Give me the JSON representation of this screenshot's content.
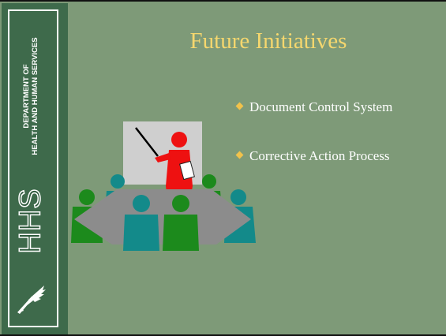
{
  "sidebar": {
    "department_line1": "DEPARTMENT OF",
    "department_line2": "HEALTH AND HUMAN SERVICES",
    "abbreviation": "HHS",
    "logo_icon": "hhs-eagle-icon"
  },
  "slide": {
    "title": "Future Initiatives",
    "bullets": [
      "Document Control System",
      "Corrective Action Process"
    ]
  },
  "clipart": {
    "icon": "presentation-meeting-icon"
  },
  "colors": {
    "background": "#7e9a78",
    "sidebar": "#3e6a4b",
    "title": "#f5d76e",
    "bullet_marker": "#f1c24b",
    "text": "#ffffff"
  }
}
